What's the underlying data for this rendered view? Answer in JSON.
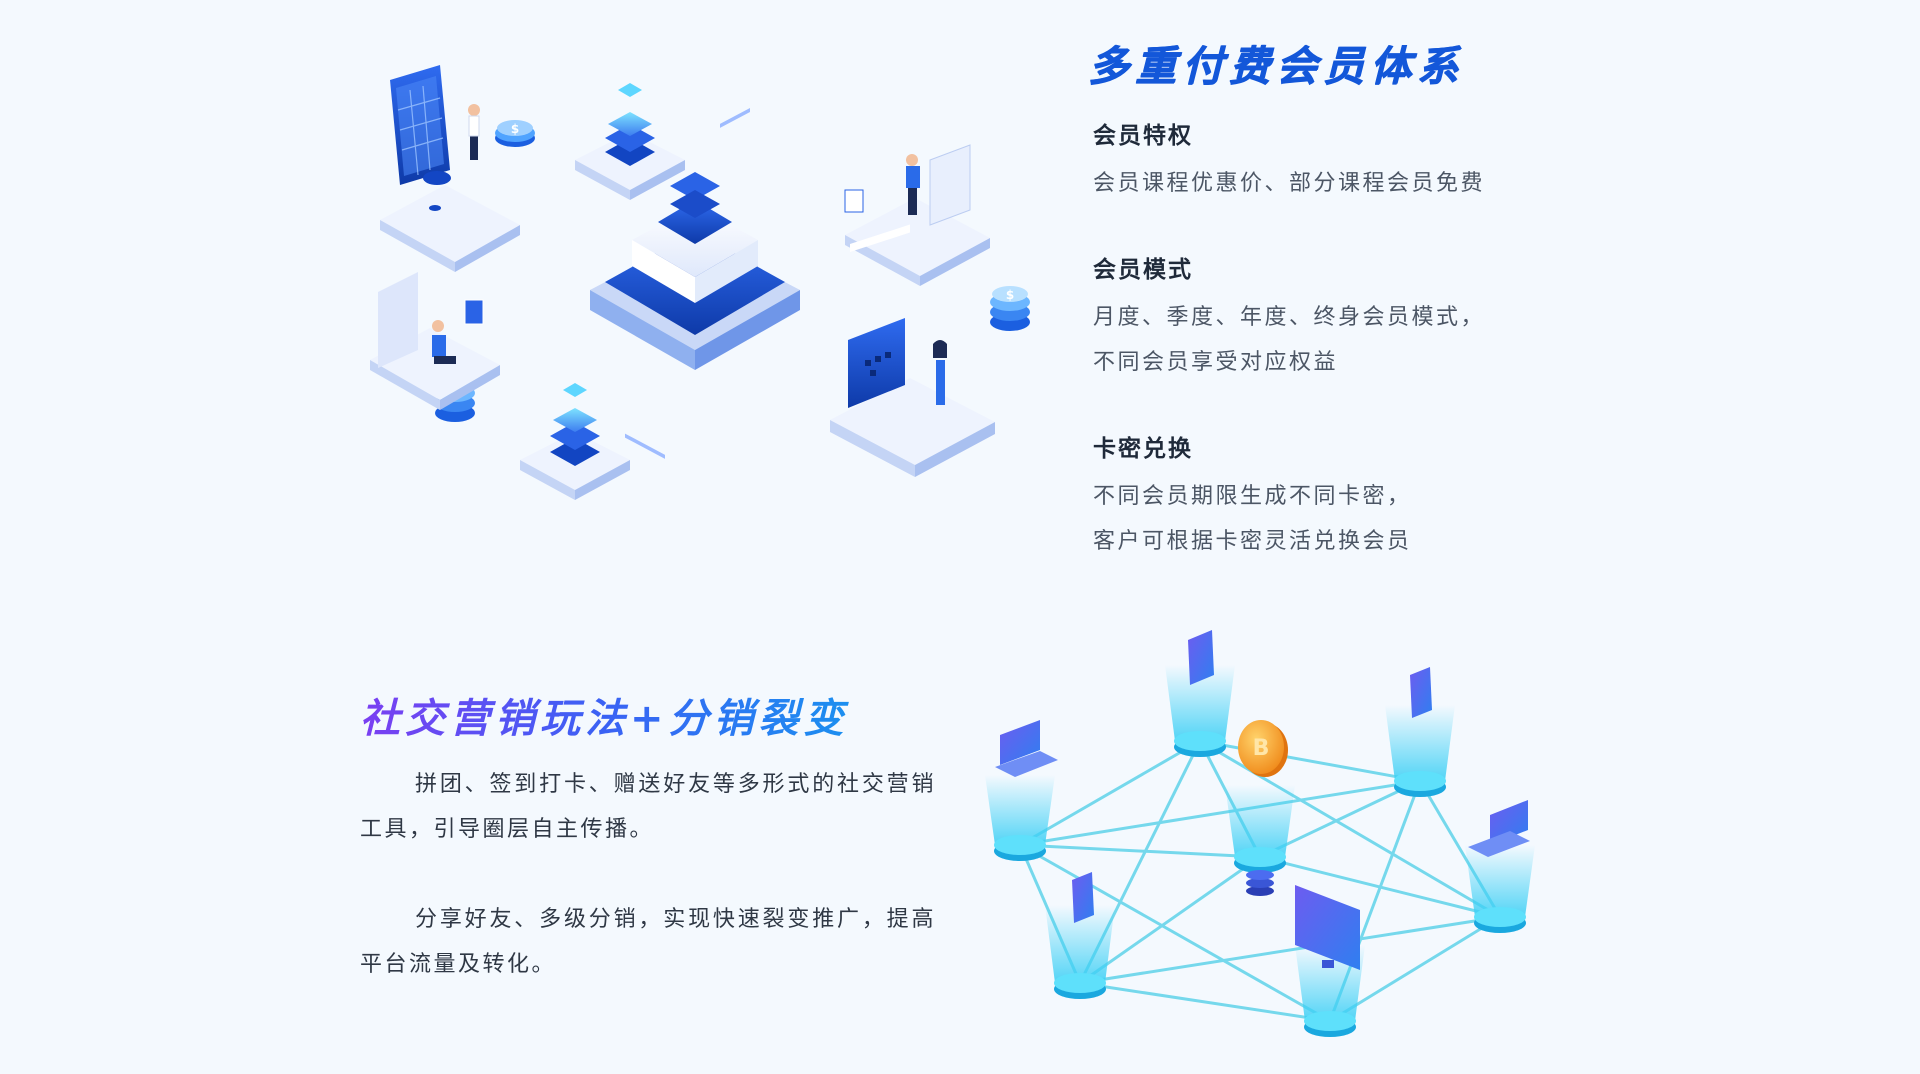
{
  "membership": {
    "title": "多重付费会员体系",
    "features": [
      {
        "heading": "会员特权",
        "lines": [
          "会员课程优惠价、部分课程会员免费"
        ]
      },
      {
        "heading": "会员模式",
        "lines": [
          "月度、季度、年度、终身会员模式，",
          "不同会员享受对应权益"
        ]
      },
      {
        "heading": "卡密兑换",
        "lines": [
          "不同会员期限生成不同卡密，",
          "客户可根据卡密灵活兑换会员"
        ]
      }
    ]
  },
  "social": {
    "title": "社交营销玩法+分销裂变",
    "paragraphs": [
      "拼团、签到打卡、赠送好友等多形式的社交营销工具，引导圈层自主传播。",
      "分享好友、多级分销，实现快速裂变推广，提高平台流量及转化。"
    ]
  },
  "colors": {
    "primary_blue": "#1357d9",
    "gradient_purple": "#7b3ff2",
    "gradient_blue": "#1b8ff0",
    "network_line": "#5fd3ea",
    "background": "#f4f9fe"
  },
  "icons": [
    "isometric-server-illustration",
    "coin-icon",
    "calendar-icon",
    "laptop-icon",
    "phone-icon",
    "bitcoin-icon"
  ]
}
